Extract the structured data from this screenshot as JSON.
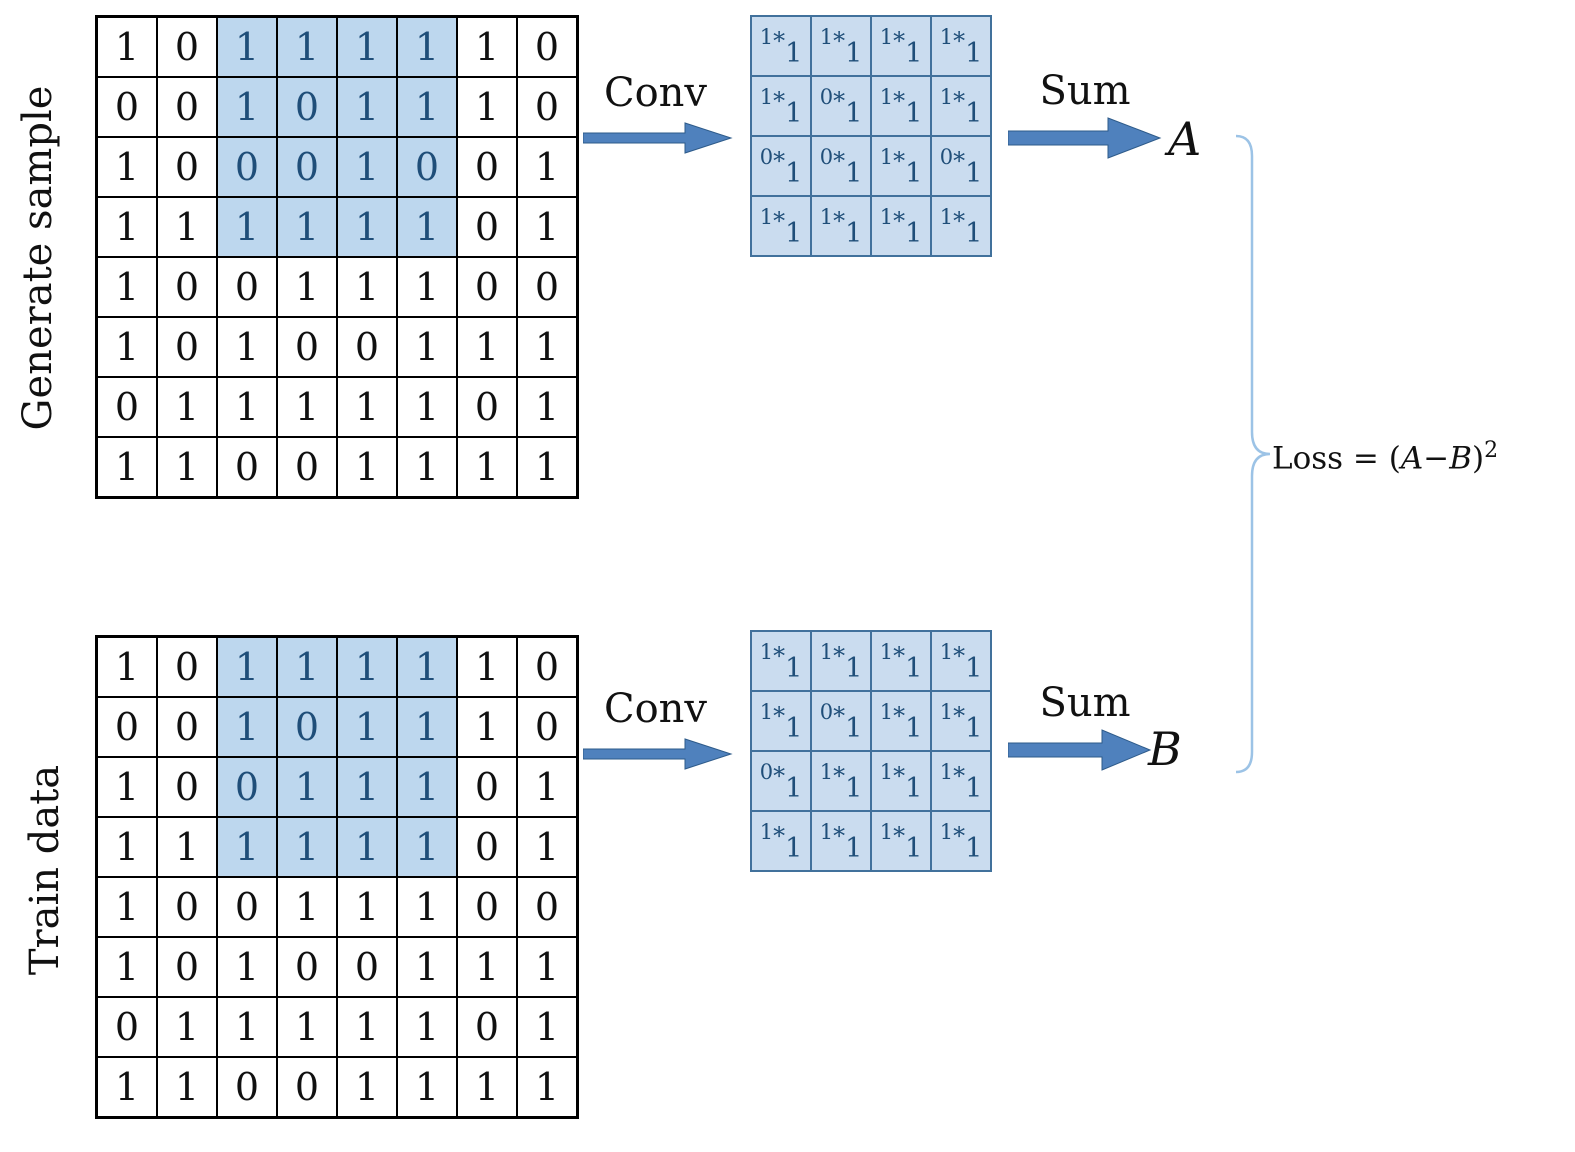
{
  "labels": {
    "top_row_label": "Generate sample",
    "bottom_row_label": "Train data",
    "conv": "Conv",
    "sum": "Sum",
    "output_a": "A",
    "output_b": "B"
  },
  "loss": {
    "prefix": "Loss = (",
    "vars": "A−B",
    "close": ")",
    "exponent": "2"
  },
  "colors": {
    "highlight": "#bdd7ee",
    "highlight-text": "#1f4e79",
    "arrow": "#4f81bd",
    "arrow-dark": "#2e5b8a",
    "conv-border": "#41719c",
    "conv-fill": "#cadcef",
    "brace": "#9cc3e6",
    "grid-border": "#000000",
    "text": "#111111"
  },
  "top_grid": {
    "rows": [
      [
        1,
        0,
        1,
        1,
        1,
        1,
        1,
        0
      ],
      [
        0,
        0,
        1,
        0,
        1,
        1,
        1,
        0
      ],
      [
        1,
        0,
        0,
        0,
        1,
        0,
        0,
        1
      ],
      [
        1,
        1,
        1,
        1,
        1,
        1,
        0,
        1
      ],
      [
        1,
        0,
        0,
        1,
        1,
        1,
        0,
        0
      ],
      [
        1,
        0,
        1,
        0,
        0,
        1,
        1,
        1
      ],
      [
        0,
        1,
        1,
        1,
        1,
        1,
        0,
        1
      ],
      [
        1,
        1,
        0,
        0,
        1,
        1,
        1,
        1
      ]
    ],
    "highlight": {
      "row_start": 0,
      "row_end": 3,
      "col_start": 2,
      "col_end": 5
    }
  },
  "bottom_grid": {
    "rows": [
      [
        1,
        0,
        1,
        1,
        1,
        1,
        1,
        0
      ],
      [
        0,
        0,
        1,
        0,
        1,
        1,
        1,
        0
      ],
      [
        1,
        0,
        0,
        1,
        1,
        1,
        0,
        1
      ],
      [
        1,
        1,
        1,
        1,
        1,
        1,
        0,
        1
      ],
      [
        1,
        0,
        0,
        1,
        1,
        1,
        0,
        0
      ],
      [
        1,
        0,
        1,
        0,
        0,
        1,
        1,
        1
      ],
      [
        0,
        1,
        1,
        1,
        1,
        1,
        0,
        1
      ],
      [
        1,
        1,
        0,
        0,
        1,
        1,
        1,
        1
      ]
    ],
    "highlight": {
      "row_start": 0,
      "row_end": 3,
      "col_start": 2,
      "col_end": 5
    }
  },
  "top_conv": {
    "rows": [
      [
        1,
        1,
        1,
        1
      ],
      [
        1,
        0,
        1,
        1
      ],
      [
        0,
        0,
        1,
        0
      ],
      [
        1,
        1,
        1,
        1
      ]
    ],
    "kernel": 1
  },
  "bottom_conv": {
    "rows": [
      [
        1,
        1,
        1,
        1
      ],
      [
        1,
        0,
        1,
        1
      ],
      [
        0,
        1,
        1,
        1
      ],
      [
        1,
        1,
        1,
        1
      ]
    ],
    "kernel": 1
  }
}
